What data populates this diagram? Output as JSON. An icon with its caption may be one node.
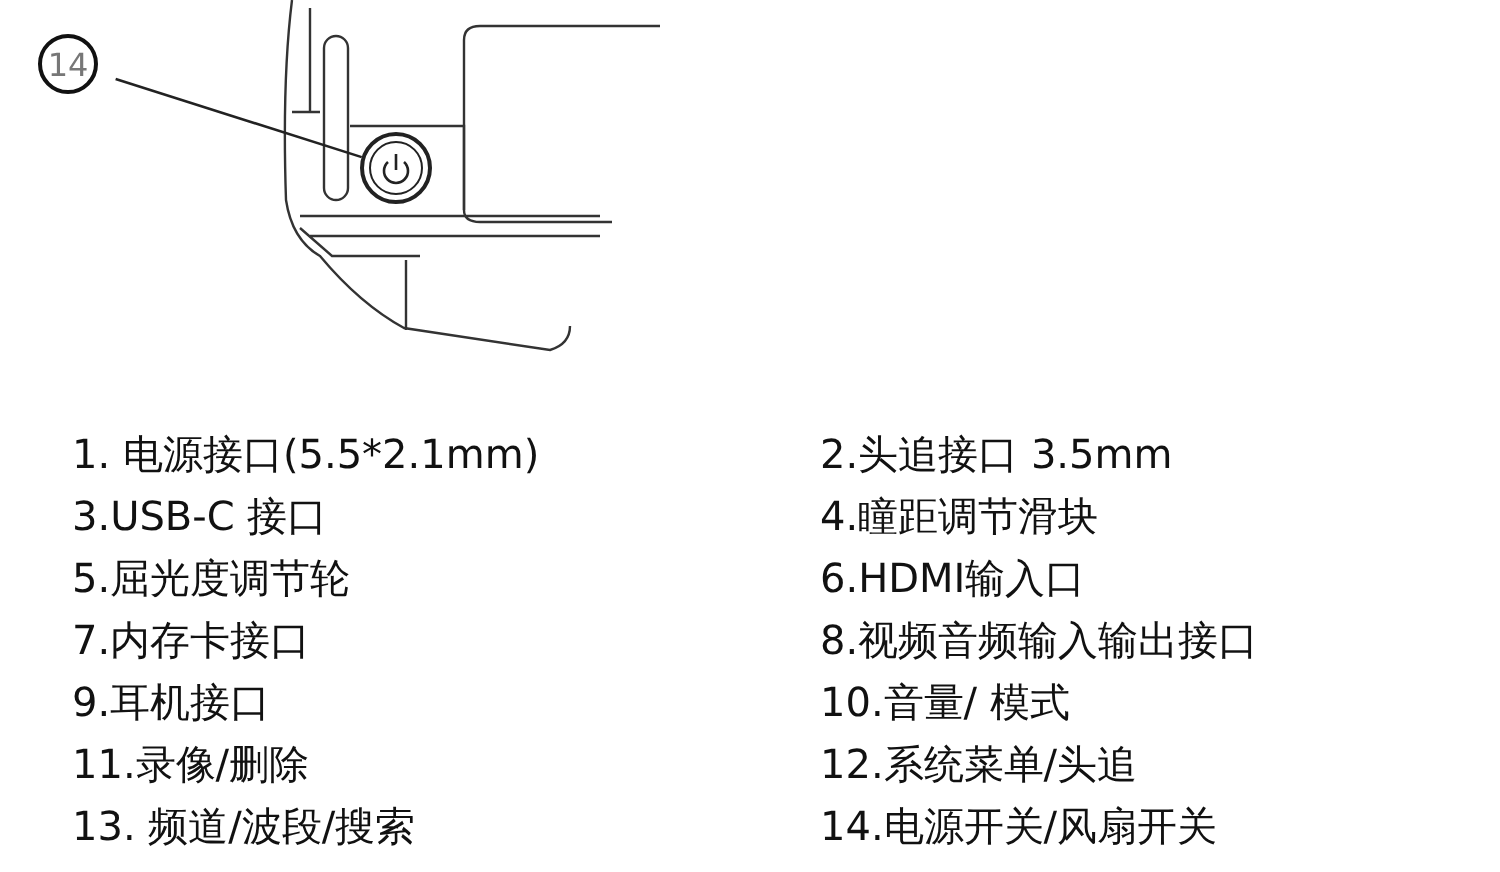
{
  "diagram": {
    "nodes": [
      {
        "text": [
          "14"
        ]
      },
      {
        "text": [],
        "shape": "circle"
      }
    ],
    "edges": [
      {
        "from": 0,
        "to": 1,
        "arrow": "none"
      }
    ],
    "labels": [
      "1. 电源接口(5.5*2.1mm)",
      "2.头追接口 3.5mm",
      "3.USB-C 接口",
      "4.瞳距调节滑块",
      "5.屈光度调节轮",
      "6.HDMI输入口",
      "7.内存卡接口",
      "8.视频音频输入输出接口",
      "9.耳机接口",
      "10.音量/ 模式",
      "11.录像/删除",
      "12.系统菜单/头追",
      "13. 频道/波段/搜索",
      "14.电源开关/风扇开关"
    ]
  }
}
